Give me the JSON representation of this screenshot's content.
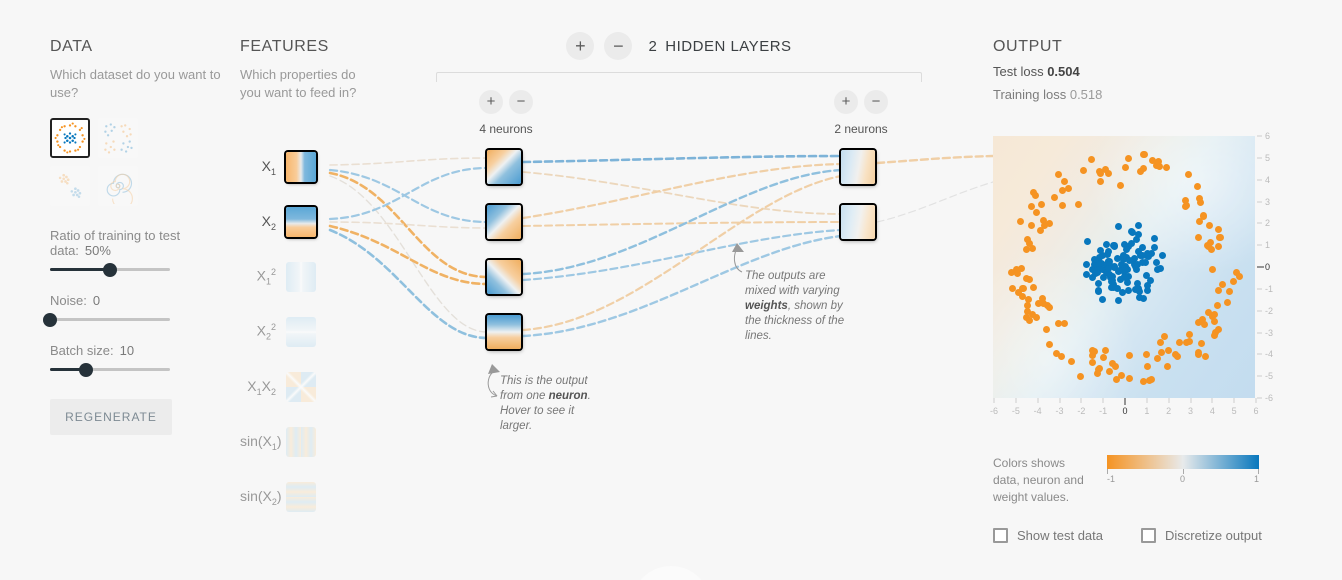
{
  "data_panel": {
    "title": "DATA",
    "subtitle": "Which dataset do you want to use?",
    "datasets": [
      {
        "name": "circle",
        "selected": true
      },
      {
        "name": "xor-gauss",
        "selected": false
      },
      {
        "name": "two-gauss",
        "selected": false
      },
      {
        "name": "spiral",
        "selected": false
      }
    ],
    "ratio": {
      "label": "Ratio of training to test data:",
      "value": "50%",
      "percent": 50
    },
    "noise": {
      "label": "Noise:",
      "value": "0",
      "percent": 0
    },
    "batch": {
      "label": "Batch size:",
      "value": "10",
      "percent": 30
    },
    "regenerate_label": "REGENERATE"
  },
  "features_panel": {
    "title": "FEATURES",
    "subtitle": "Which properties do you want to feed in?",
    "items": [
      {
        "label": "X",
        "sub": "1",
        "sup": "",
        "active": true,
        "grad": "x1"
      },
      {
        "label": "X",
        "sub": "2",
        "sup": "",
        "active": true,
        "grad": "x2"
      },
      {
        "label": "X",
        "sub": "1",
        "sup": "2",
        "active": false,
        "grad": "x1sq"
      },
      {
        "label": "X",
        "sub": "2",
        "sup": "2",
        "active": false,
        "grad": "x2sq"
      },
      {
        "label": "X₁X₂",
        "sub": "",
        "sup": "",
        "active": false,
        "grad": "x1x2"
      },
      {
        "label": "sin(X₁)",
        "sub": "",
        "sup": "",
        "active": false,
        "grad": "sinx1"
      },
      {
        "label": "sin(X₂)",
        "sub": "",
        "sup": "",
        "active": false,
        "grad": "sinx2"
      }
    ]
  },
  "network_panel": {
    "hidden_layers_count": "2",
    "hidden_layers_label": "HIDDEN LAYERS",
    "add_label": "+",
    "remove_label": "−",
    "layers": [
      {
        "neuron_count_label": "4 neurons",
        "neurons": [
          "h1a",
          "h1b",
          "h1c",
          "h1d"
        ]
      },
      {
        "neuron_count_label": "2 neurons",
        "neurons": [
          "h2a",
          "h2b"
        ]
      }
    ],
    "callout_neuron": "This is the output from one neuron. Hover to see it larger.",
    "callout_neuron_parts": {
      "a": "This is the output from one ",
      "b": "neuron",
      "c": ". Hover to see it larger."
    },
    "callout_weights_parts": {
      "a": "The outputs are mixed with varying ",
      "b": "weights",
      "c": ", shown by the thickness of the lines."
    }
  },
  "output_panel": {
    "title": "OUTPUT",
    "test_loss_label": "Test loss",
    "test_loss_value": "0.504",
    "training_loss_label": "Training loss",
    "training_loss_value": "0.518",
    "y_ticks": [
      "6",
      "5",
      "4",
      "3",
      "2",
      "1",
      "0",
      "-1",
      "-2",
      "-3",
      "-4",
      "-5",
      "-6"
    ],
    "x_ticks": [
      "-6",
      "-5",
      "-4",
      "-3",
      "-2",
      "-1",
      "0",
      "1",
      "2",
      "3",
      "4",
      "5",
      "6"
    ],
    "legend_text": "Colors shows data, neuron and weight values.",
    "legend_ticks": [
      "-1",
      "0",
      "1"
    ],
    "checkboxes": [
      {
        "label": "Show test data",
        "checked": false
      },
      {
        "label": "Discretize output",
        "checked": false
      }
    ]
  },
  "colors": {
    "orange": "#f59322",
    "blue": "#0877bd",
    "neutral": "#e8eaeb",
    "background": "#f7f7f7",
    "slider_fill": "#26323a"
  },
  "chart_data": {
    "type": "scatter",
    "title": "Output classification heatmap",
    "xlabel": "",
    "ylabel": "",
    "xlim": [
      -6,
      6
    ],
    "ylim": [
      -6,
      6
    ],
    "grid": false,
    "legend": "colorbar -1 to 1",
    "series": [
      {
        "name": "class-orange",
        "color": "#f59322"
      },
      {
        "name": "class-blue",
        "color": "#0877bd"
      }
    ]
  }
}
